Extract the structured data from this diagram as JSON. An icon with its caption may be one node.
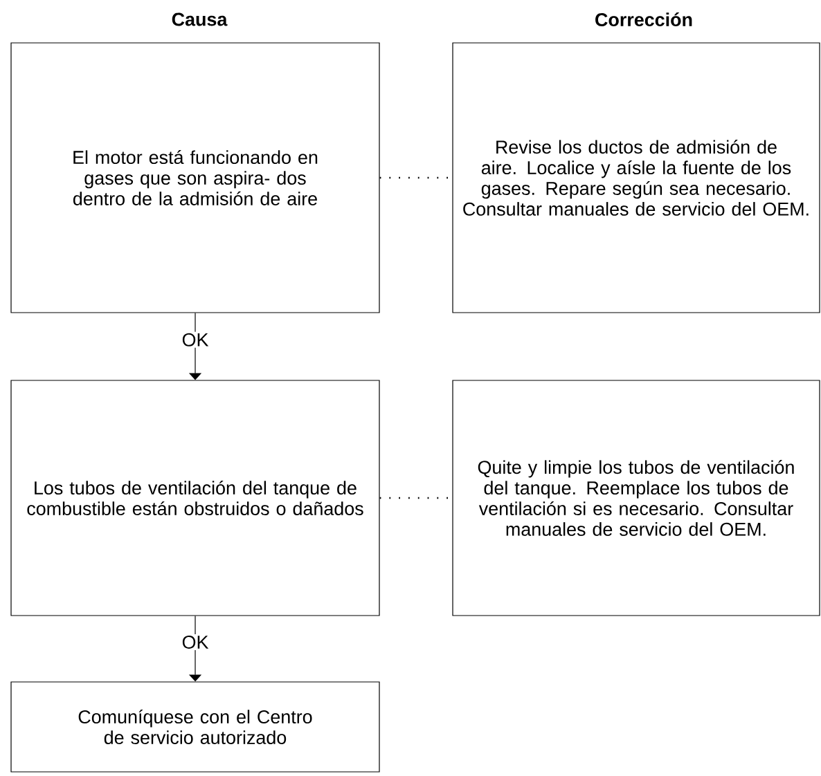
{
  "diagram": {
    "nodes": [
      {
        "text": [
          "El motor está funcionando en gases que son aspira- dos dentro de la admisión de aire"
        ]
      },
      {
        "text": [
          "Revise los ductos de admisión de aire. Localice y aísle la fuente de los gases. Repare según sea necesario. Consultar manuales de servicio del OEM."
        ]
      },
      {
        "text": [
          "Los tubos de ventilación del tanque de combustible están obstruidos o dañados"
        ]
      },
      {
        "text": [
          "Quite y limpie los tubos de ventilación del tanque. Reemplace los tubos de ventilación si es necesario. Consultar manuales de servicio del OEM."
        ]
      },
      {
        "text": [
          "Comuníquese con el Centro de servicio autorizado"
        ]
      }
    ],
    "edges": [
      {
        "from": 0,
        "to": 1,
        "arrow": "none",
        "style": "dashed"
      },
      {
        "from": 0,
        "to": 2,
        "arrow": "to",
        "label": "OK"
      },
      {
        "from": 2,
        "to": 3,
        "arrow": "none",
        "style": "dashed"
      },
      {
        "from": 2,
        "to": 4,
        "arrow": "to",
        "label": "OK"
      }
    ],
    "labels": [
      "Causa",
      "Corrección"
    ]
  }
}
